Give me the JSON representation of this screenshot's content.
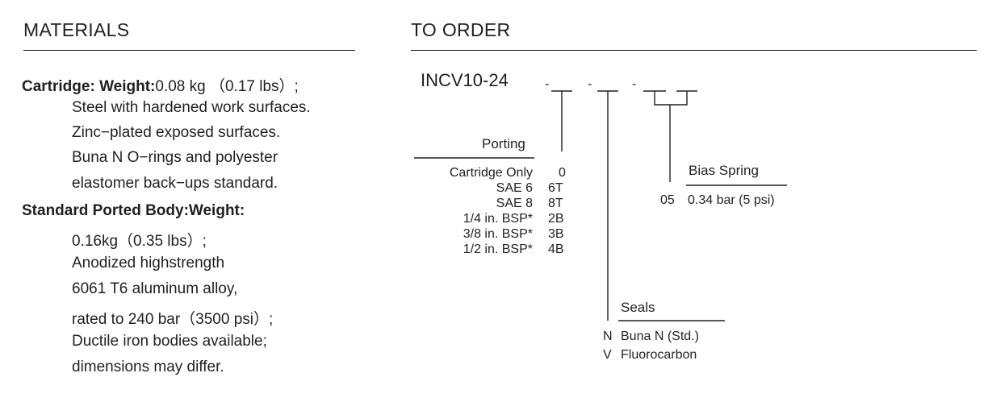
{
  "materials": {
    "heading": "MATERIALS",
    "cartridge_label": "Cartridge: Weight:",
    "cartridge_weight": "0.08 kg （0.17 lbs）;",
    "cartridge_lines": [
      "Steel with hardened work surfaces.",
      "Zinc−plated exposed surfaces.",
      "Buna N O−rings and polyester",
      "elastomer back−ups standard."
    ],
    "body_label": "Standard Ported Body:Weight:",
    "body_lines": [
      "0.16kg（0.35 lbs）;",
      "Anodized highstrength",
      "6061 T6 aluminum alloy,",
      "rated to 240 bar（3500 psi）;",
      "Ductile iron bodies available;",
      "dimensions may differ."
    ]
  },
  "order": {
    "heading": "TO ORDER",
    "model": "INCV10-24",
    "separator": "-",
    "porting": {
      "title": "Porting",
      "options": [
        {
          "name": "Cartridge Only",
          "code": "0"
        },
        {
          "name": "SAE 6",
          "code": "6T"
        },
        {
          "name": "SAE 8",
          "code": "8T"
        },
        {
          "name": "1/4 in. BSP*",
          "code": "2B"
        },
        {
          "name": "3/8 in. BSP*",
          "code": "3B"
        },
        {
          "name": "1/2 in. BSP*",
          "code": "4B"
        }
      ]
    },
    "bias_spring": {
      "title": "Bias Spring",
      "options": [
        {
          "code": "05",
          "name": "0.34 bar (5 psi)"
        }
      ]
    },
    "seals": {
      "title": "Seals",
      "options": [
        {
          "code": "N",
          "name": "Buna N (Std.)"
        },
        {
          "code": "V",
          "name": "Fluorocarbon"
        }
      ]
    }
  },
  "colors": {
    "text": "#231f20",
    "background": "#ffffff"
  }
}
